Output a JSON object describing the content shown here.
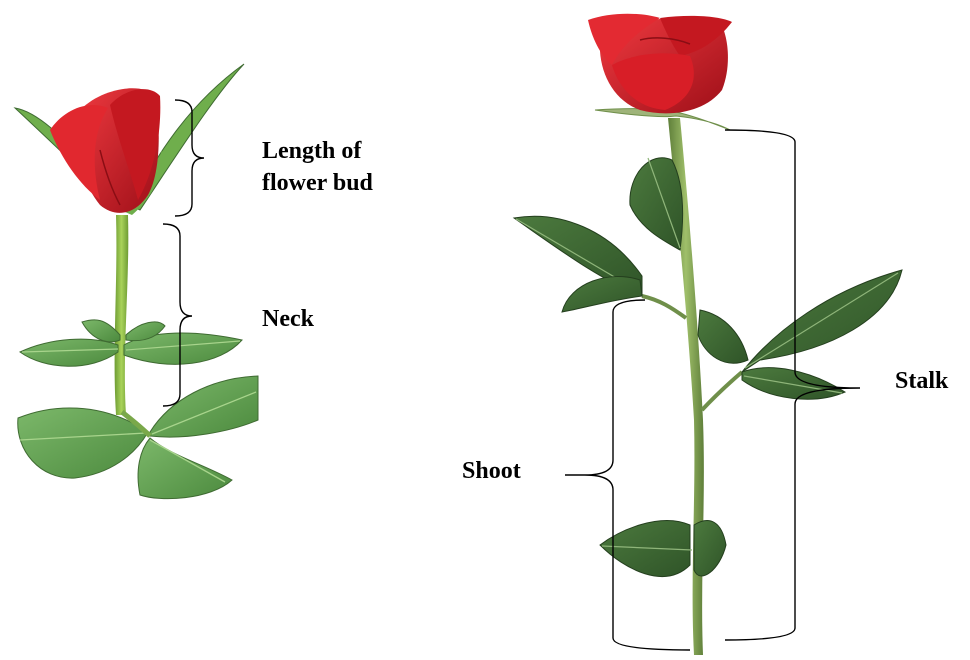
{
  "labels": {
    "bud_line1": "Length of",
    "bud_line2": "flower bud",
    "neck": "Neck",
    "stalk": "Stalk",
    "shoot": "Shoot"
  },
  "colors": {
    "petal": "#d8212a",
    "petal_dark": "#a3121b",
    "stem": "#8fbf3a",
    "stem_dark": "#5e8a2e",
    "leaf_light": "#5e9a4a",
    "leaf_dark": "#3f6b32",
    "bracket": "#000000"
  }
}
